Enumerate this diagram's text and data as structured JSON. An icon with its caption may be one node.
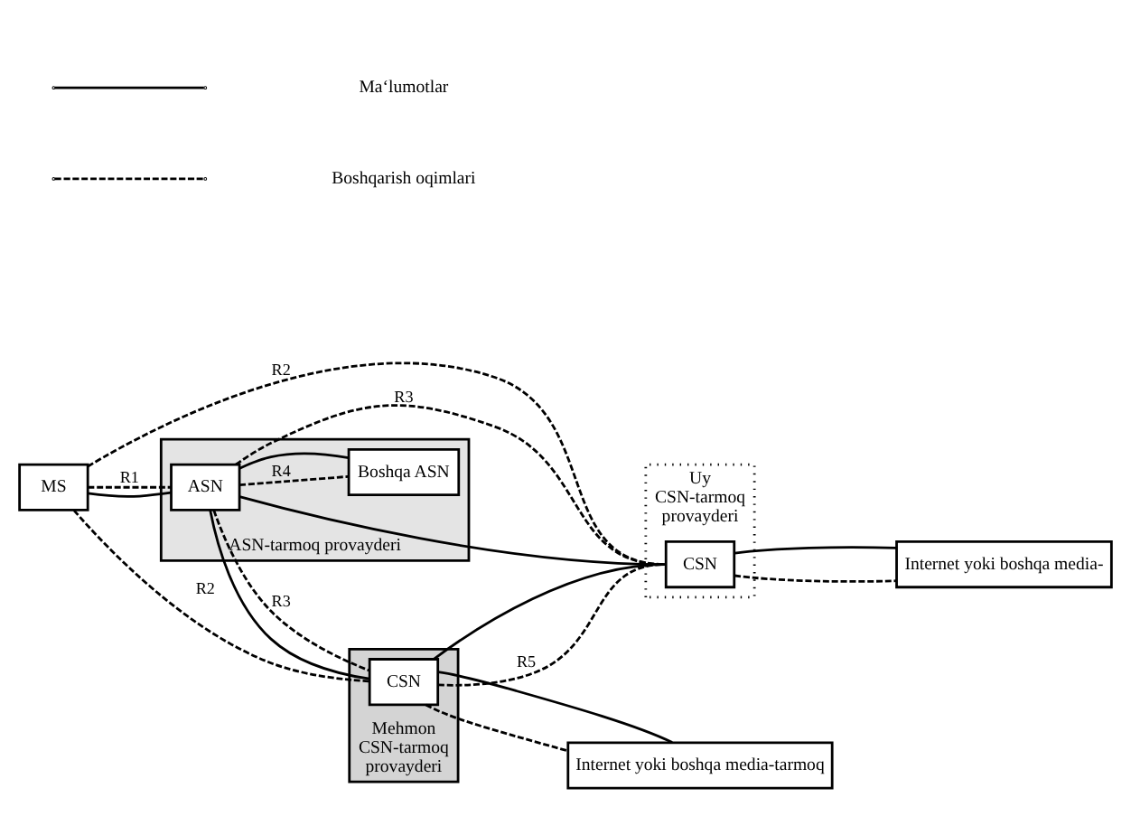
{
  "diagram": {
    "nodes": [
      {
        "text": [
          "ASN-tarmoq provayderi"
        ]
      },
      {
        "text": [
          "ASN"
        ],
        "in": 0
      },
      {
        "text": [
          "Boshqa ASN"
        ],
        "in": 0
      },
      {
        "text": [
          "Mehmon CSN-tarmoq provayderi"
        ]
      },
      {
        "text": [
          "CSN"
        ],
        "in": 3
      },
      {
        "text": [
          "Uy CSN-tarmoq provayderi"
        ]
      },
      {
        "text": [
          "CSN"
        ],
        "in": 5
      },
      {
        "text": [
          "MS"
        ]
      },
      {
        "text": [
          "Internet yoki boshqa media-tarmoq"
        ]
      },
      {
        "text": [
          "Internet yoki boshqa media-"
        ]
      }
    ],
    "edges": [
      {
        "from": 7,
        "to": 1,
        "arrow": "none"
      },
      {
        "from": 7,
        "to": 1,
        "arrow": "none",
        "style": "dashed",
        "label": "R1"
      },
      {
        "from": 7,
        "to": 6,
        "arrow": "none",
        "style": "dashed",
        "label": "R2"
      },
      {
        "from": 7,
        "to": 4,
        "arrow": "none",
        "style": "dashed",
        "label": "R2"
      },
      {
        "from": 1,
        "to": 6,
        "arrow": "none",
        "style": "dashed",
        "label": "R3"
      },
      {
        "from": 1,
        "to": 6,
        "arrow": "none"
      },
      {
        "from": 1,
        "to": 4,
        "arrow": "none",
        "style": "dashed",
        "label": "R3"
      },
      {
        "from": 1,
        "to": 4,
        "arrow": "none"
      },
      {
        "from": 4,
        "to": 6,
        "arrow": "none",
        "style": "dashed",
        "label": "R5"
      },
      {
        "from": 4,
        "to": 6,
        "arrow": "none"
      },
      {
        "from": 1,
        "to": 2,
        "arrow": "none",
        "style": "dashed",
        "label": "R4"
      },
      {
        "from": 1,
        "to": 2,
        "arrow": "none"
      },
      {
        "from": 4,
        "to": 8,
        "arrow": "none",
        "style": "dashed"
      },
      {
        "from": 4,
        "to": 8,
        "arrow": "none"
      },
      {
        "from": 6,
        "to": 9,
        "arrow": "none",
        "style": "dashed"
      },
      {
        "from": 6,
        "to": 9,
        "arrow": "none"
      }
    ],
    "legend": [
      {
        "text": "Ma‘lumotlar"
      },
      {
        "text": "Boshqarish oqimlari"
      }
    ]
  }
}
